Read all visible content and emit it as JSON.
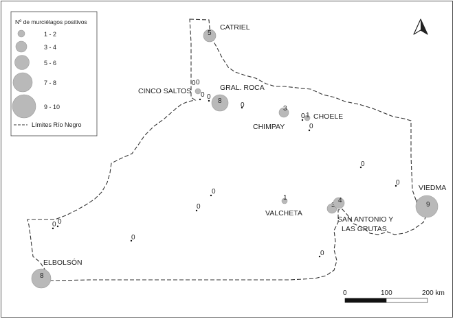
{
  "legend": {
    "title": "Nº de murciélagos positivos",
    "classes": [
      "1 - 2",
      "3 - 4",
      "5 - 6",
      "7 - 8",
      "9 - 10"
    ],
    "boundary_label": "Límites Río Negro"
  },
  "colors": {
    "bubble": "#b9b9b9",
    "boundary": "#333333",
    "dot": "#111111"
  },
  "places": [
    {
      "name": "CATRIEL",
      "count": "5"
    },
    {
      "name": "CINCO SALTOS",
      "count": "0"
    },
    {
      "name": "GRAL. ROCA",
      "count": "8"
    },
    {
      "name": "CHIMPAY",
      "count": "3"
    },
    {
      "name": "CHOELE",
      "count": "1"
    },
    {
      "name": "VALCHETA",
      "count": "1"
    },
    {
      "name": "SAN ANTONIO Y",
      "count": "4"
    },
    {
      "name": "LAS GRUTAS",
      "count": ""
    },
    {
      "name": "VIEDMA",
      "count": "9"
    },
    {
      "name": "ELBOLSÓN",
      "count": "8"
    }
  ],
  "extra_counts": [
    "0",
    "0",
    "0",
    "0",
    "0",
    "0",
    "0",
    "0",
    "0",
    "0",
    "0",
    "0",
    "0",
    "0",
    "3",
    "0"
  ],
  "scalebar": {
    "labels": [
      "0",
      "100",
      "200 km"
    ]
  },
  "north_arrow": "north-arrow-icon"
}
